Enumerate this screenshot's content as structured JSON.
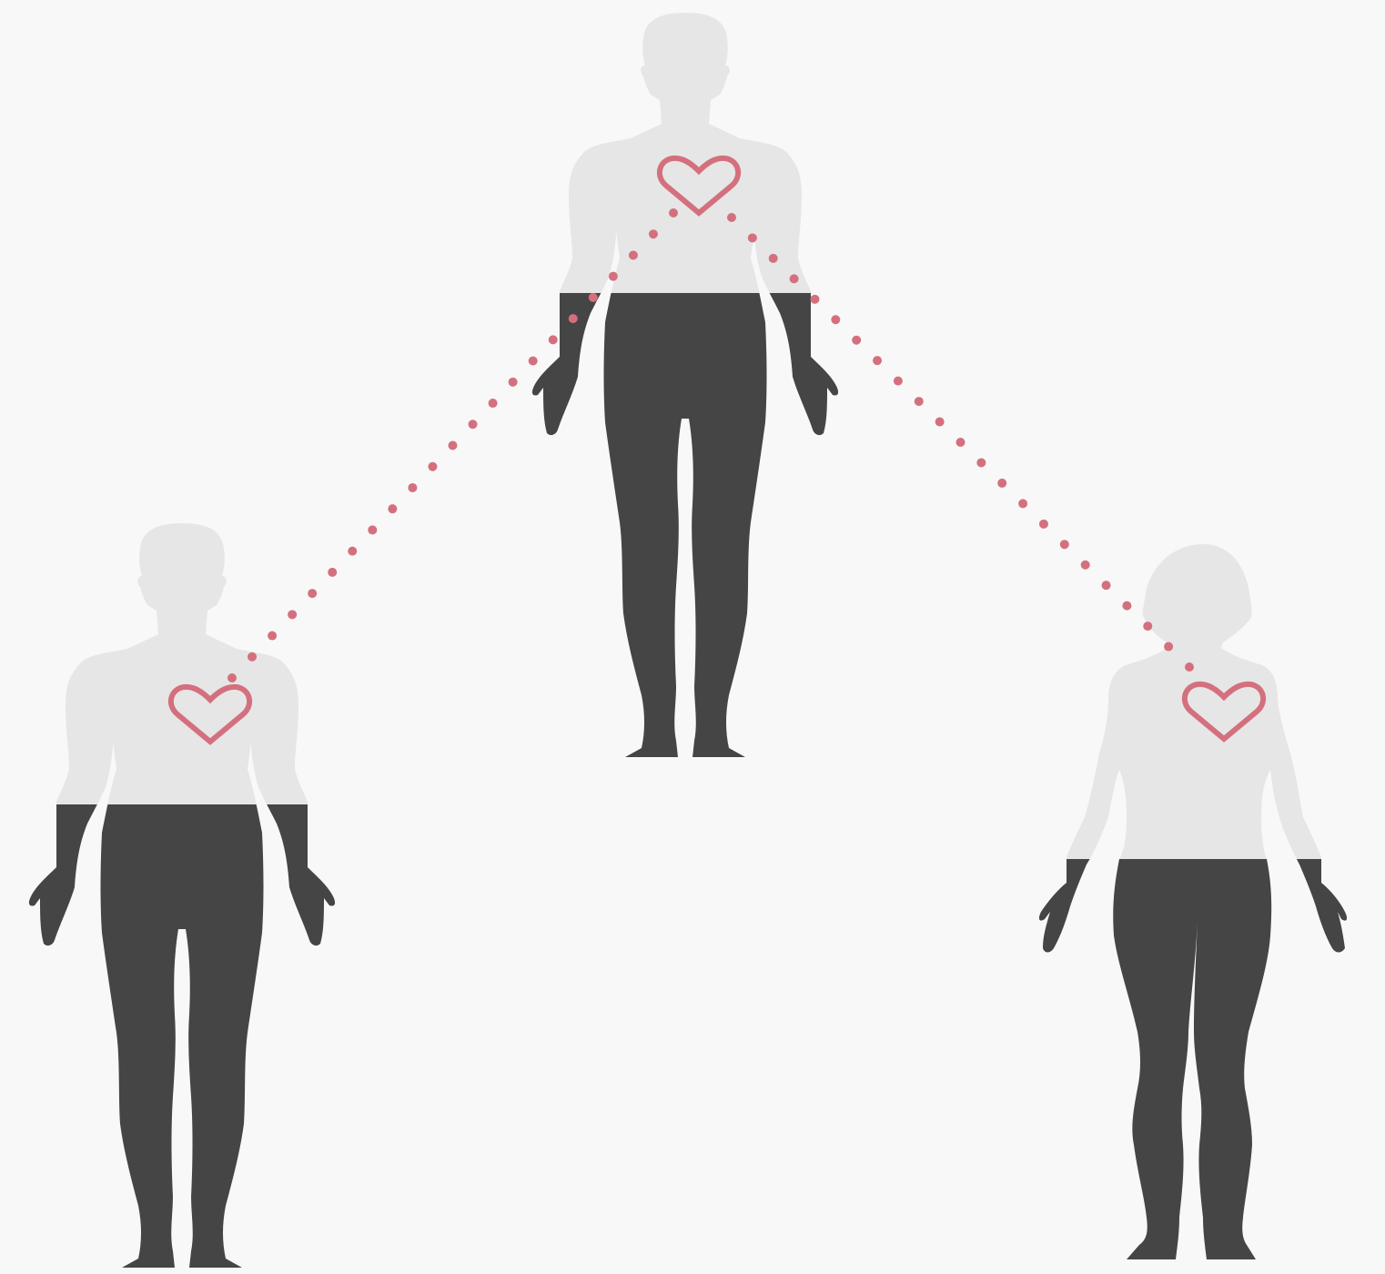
{
  "figures": [
    {
      "id": "top",
      "kind": "male",
      "scale": 1.0
    },
    {
      "id": "left",
      "kind": "male",
      "scale": 1.0
    },
    {
      "id": "right",
      "kind": "female",
      "scale": 1.0
    }
  ],
  "connections": [
    {
      "from": "top",
      "to": "left",
      "style": "dotted"
    },
    {
      "from": "top",
      "to": "right",
      "style": "dotted"
    }
  ],
  "colors": {
    "background": "#f8f8f8",
    "body_upper": "#e6e6e6",
    "body_lower": "#454545",
    "accent": "#d4707e"
  },
  "icons": {
    "heart": "heart-outline-icon"
  }
}
